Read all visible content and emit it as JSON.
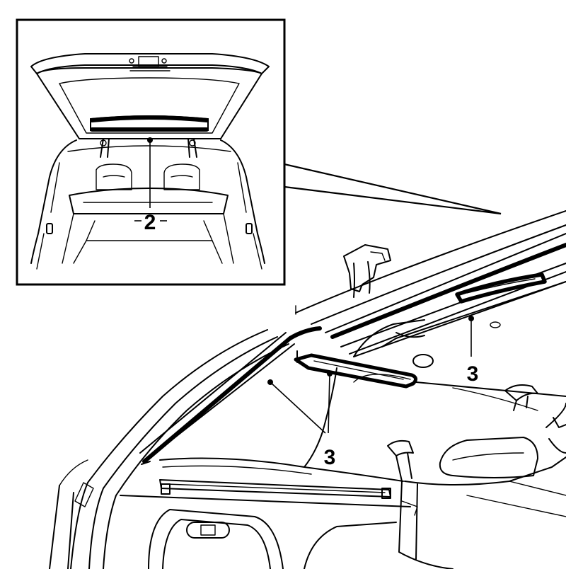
{
  "diagram": {
    "inset_callout": "2",
    "main_callout_upper": "3",
    "main_callout_lower": "3"
  }
}
